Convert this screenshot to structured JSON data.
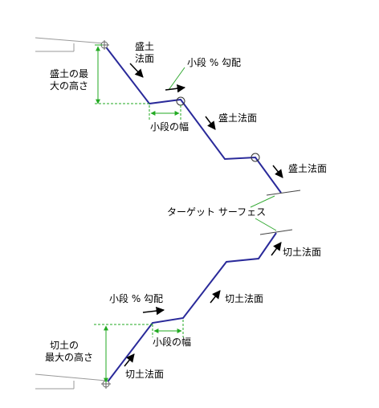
{
  "labels": {
    "fill_slope_top_line1": "盛土",
    "fill_slope_top_line2": "法面",
    "fill_max_height_line1": "盛土の最",
    "fill_max_height_line2": "大の高さ",
    "fill_bench_slope": "小段 % 勾配",
    "fill_bench_width": "小段の幅",
    "fill_slope_mid": "盛土法面",
    "fill_slope_low": "盛土法面",
    "target_surface": "ターゲット サーフェス",
    "cut_slope_top": "切土法面",
    "cut_bench_slope": "小段 % 勾配",
    "cut_slope_mid": "切土法面",
    "cut_max_height_line1": "切土の",
    "cut_max_height_line2": "最大の高さ",
    "cut_bench_width": "小段の幅",
    "cut_slope_low": "切土法面"
  },
  "colors": {
    "slope_line": "#2a2a9a",
    "dimension": "#22aa22",
    "leader": "#33aa33",
    "ground": "#999999",
    "surface": "#444444",
    "arrow": "#000000",
    "text": "#000000"
  }
}
